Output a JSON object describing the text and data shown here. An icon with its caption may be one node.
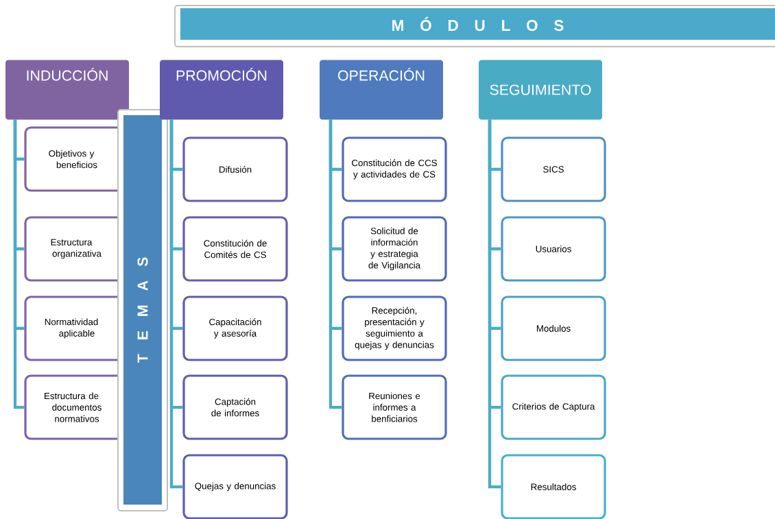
{
  "diagram": {
    "nodes": [
      {
        "text": [
          "M Ó D U L O S"
        ]
      },
      {
        "text": [
          "INDUCCIÓN"
        ]
      },
      {
        "text": [
          "Objetivos y beneficios"
        ]
      },
      {
        "text": [
          "Estructura organizativa"
        ]
      },
      {
        "text": [
          "Normatividad aplicable"
        ]
      },
      {
        "text": [
          "Estructura de documentos normativos"
        ]
      },
      {
        "text": [
          "T E M A S"
        ]
      },
      {
        "text": [
          "PROMOCIÓN"
        ]
      },
      {
        "text": [
          "Difusión"
        ]
      },
      {
        "text": [
          "Constitución de Comités de CS"
        ]
      },
      {
        "text": [
          "Capacitación y asesoría"
        ]
      },
      {
        "text": [
          "Captación de informes"
        ]
      },
      {
        "text": [
          "Quejas y denuncias"
        ]
      },
      {
        "text": [
          "OPERACIÓN"
        ]
      },
      {
        "text": [
          "Constitución de CCS y actividades de CS"
        ]
      },
      {
        "text": [
          "Solicitud de información y estrategia de Vigilancia"
        ]
      },
      {
        "text": [
          "Recepción, presentación y seguimiento a quejas y denuncias"
        ]
      },
      {
        "text": [
          "Reuniones e informes a benficiarios"
        ]
      },
      {
        "text": [
          "SEGUIMIENTO"
        ]
      },
      {
        "text": [
          "SICS"
        ]
      },
      {
        "text": [
          "Usuarios"
        ]
      },
      {
        "text": [
          "Modulos"
        ]
      },
      {
        "text": [
          "Criterios de Captura"
        ]
      },
      {
        "text": [
          "Resultados"
        ]
      }
    ],
    "edges": [
      {
        "from": 1,
        "to": 2,
        "arrow": "none"
      },
      {
        "from": 1,
        "to": 3,
        "arrow": "none"
      },
      {
        "from": 1,
        "to": 4,
        "arrow": "none"
      },
      {
        "from": 1,
        "to": 5,
        "arrow": "none"
      },
      {
        "from": 7,
        "to": 8,
        "arrow": "none"
      },
      {
        "from": 7,
        "to": 9,
        "arrow": "none"
      },
      {
        "from": 7,
        "to": 10,
        "arrow": "none"
      },
      {
        "from": 7,
        "to": 11,
        "arrow": "none"
      },
      {
        "from": 7,
        "to": 12,
        "arrow": "none"
      },
      {
        "from": 13,
        "to": 14,
        "arrow": "none"
      },
      {
        "from": 13,
        "to": 15,
        "arrow": "none"
      },
      {
        "from": 13,
        "to": 16,
        "arrow": "none"
      },
      {
        "from": 13,
        "to": 17,
        "arrow": "none"
      },
      {
        "from": 18,
        "to": 19,
        "arrow": "none"
      },
      {
        "from": 18,
        "to": 20,
        "arrow": "none"
      },
      {
        "from": 18,
        "to": 21,
        "arrow": "none"
      },
      {
        "from": 18,
        "to": 22,
        "arrow": "none"
      },
      {
        "from": 18,
        "to": 23,
        "arrow": "none"
      }
    ]
  }
}
